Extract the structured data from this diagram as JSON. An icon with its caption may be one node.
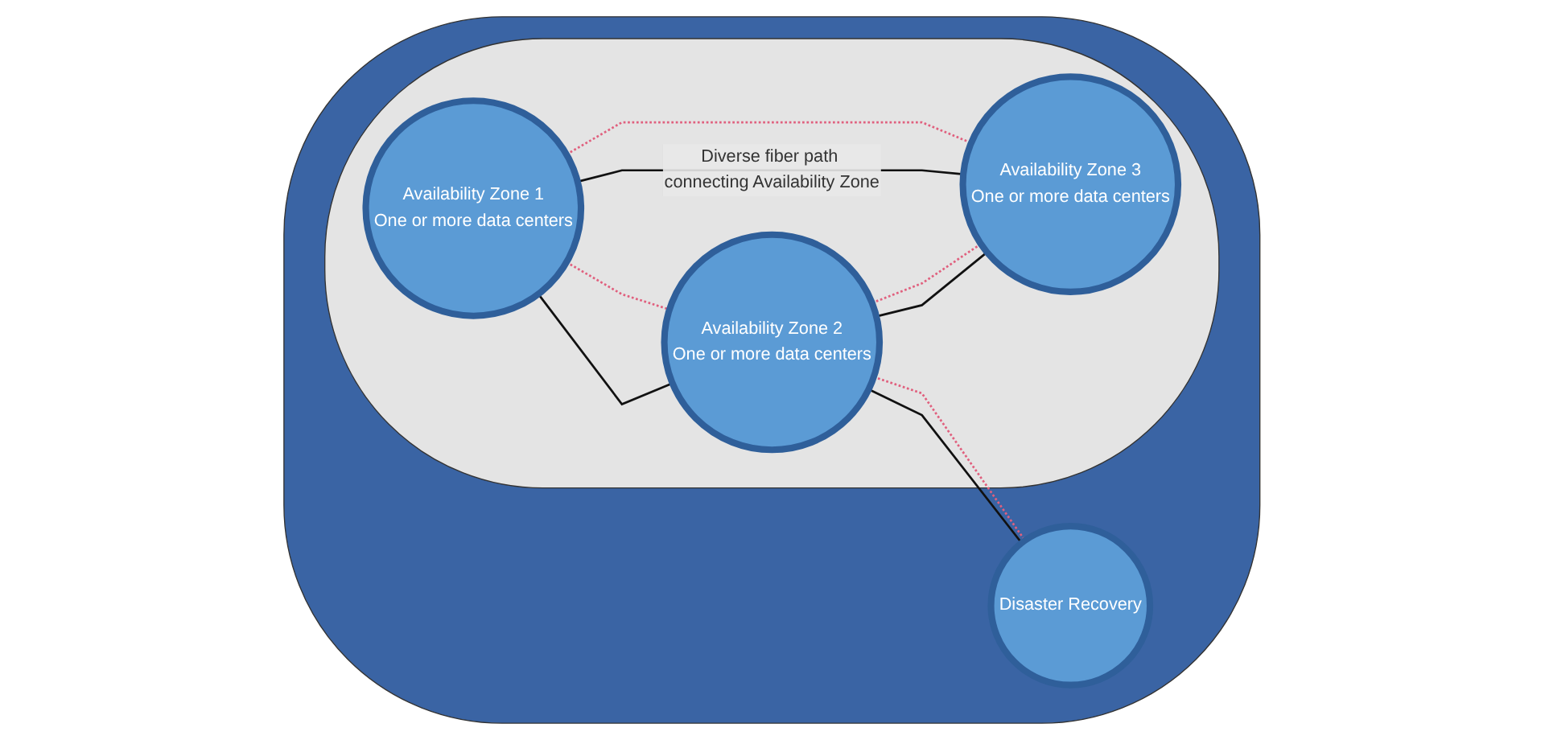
{
  "diagram": {
    "nodes": [
      {
        "text": [],
        "shape": "ellipse"
      },
      {
        "text": [],
        "shape": "ellipse",
        "in": 0
      },
      {
        "text": [
          "Availability Zone 2",
          "One or more data centers"
        ],
        "in": 1
      },
      {
        "text": [
          "Availability Zone 1",
          "One or more data centers"
        ],
        "in": 1
      },
      {
        "text": [
          "Availability Zone 3",
          "One or more data centers"
        ],
        "in": 1
      },
      {
        "text": [
          "Disaster Recovery"
        ],
        "in": 0
      }
    ],
    "edges": [
      {
        "from": 3,
        "to": 2,
        "arrow": "none"
      },
      {
        "from": 3,
        "to": 2,
        "arrow": "none",
        "style": "dashed",
        "color": "#e0607e"
      },
      {
        "from": 2,
        "to": 4,
        "arrow": "none"
      },
      {
        "from": 2,
        "to": 4,
        "arrow": "none",
        "style": "dashed",
        "color": "#e0607e"
      },
      {
        "from": 3,
        "to": 4,
        "arrow": "none",
        "label": "Diverse fiber path connecting Availability Zone"
      },
      {
        "from": 3,
        "to": 4,
        "arrow": "none",
        "style": "dashed",
        "color": "#e0607e"
      },
      {
        "from": 2,
        "to": 5,
        "arrow": "none"
      },
      {
        "from": 2,
        "to": 5,
        "arrow": "none",
        "style": "dashed",
        "color": "#e0607e"
      }
    ]
  }
}
